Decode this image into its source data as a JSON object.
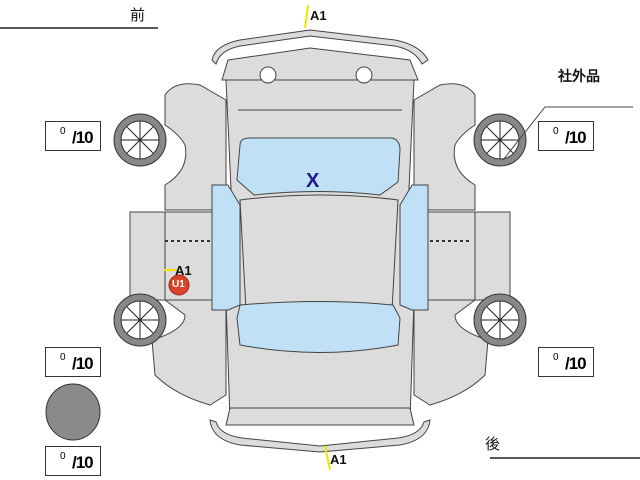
{
  "labels": {
    "front": "前",
    "rear": "後",
    "aftermarket": "社外品"
  },
  "markers": [
    {
      "code": "A1",
      "location": "front-bumper"
    },
    {
      "code": "A1",
      "location": "left-front-door"
    },
    {
      "code": "U1",
      "location": "left-front-door"
    },
    {
      "code": "A1",
      "location": "rear-bumper"
    },
    {
      "code": "X",
      "location": "windshield"
    }
  ],
  "tires": [
    {
      "position": "front-left",
      "value": "0",
      "max": "/10"
    },
    {
      "position": "front-right",
      "value": "0",
      "max": "/10"
    },
    {
      "position": "rear-left",
      "value": "0",
      "max": "/10"
    },
    {
      "position": "rear-right",
      "value": "0",
      "max": "/10"
    },
    {
      "position": "spare",
      "value": "0",
      "max": "/10"
    }
  ],
  "colors": {
    "body": "#dcdcdc",
    "glass": "#bfe0f5",
    "marker_u": "#d9432c",
    "marker_x": "#1a1a8c",
    "highlight": "#f2e600",
    "spare": "#8a8a8a"
  }
}
